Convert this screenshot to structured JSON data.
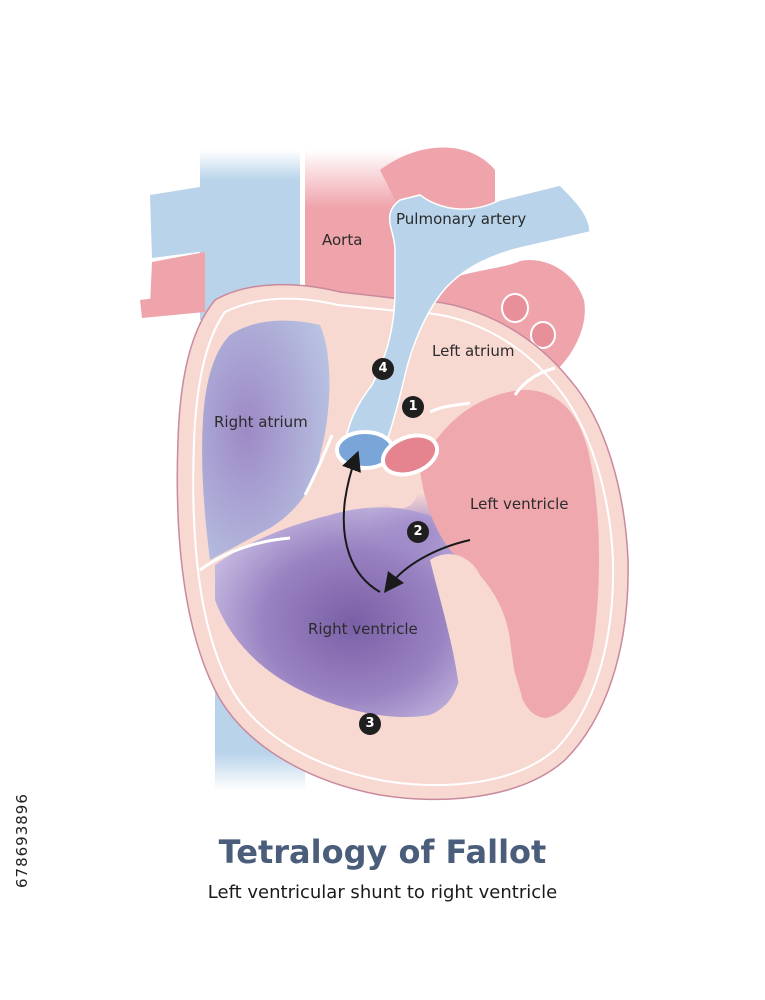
{
  "labels": {
    "aorta": "Aorta",
    "pulmonary_artery": "Pulmonary artery",
    "left_atrium": "Left atrium",
    "right_atrium": "Right atrium",
    "left_ventricle": "Left ventricle",
    "right_ventricle": "Right ventricle"
  },
  "markers": [
    "1",
    "2",
    "3",
    "4"
  ],
  "title": "Tetralogy of Fallot",
  "subtitle": "Left ventricular shunt to right ventricle",
  "stock_id": "678693896",
  "colors": {
    "vein_blue": "#b8d3ea",
    "artery_red": "#efa3ab",
    "wall_pink": "#f8d9d2",
    "lv_cavity": "#efa9ae",
    "ra_purple": "#a491c8",
    "rv_purple": "#7d63a8",
    "title_blue": "#4a5d7a"
  }
}
